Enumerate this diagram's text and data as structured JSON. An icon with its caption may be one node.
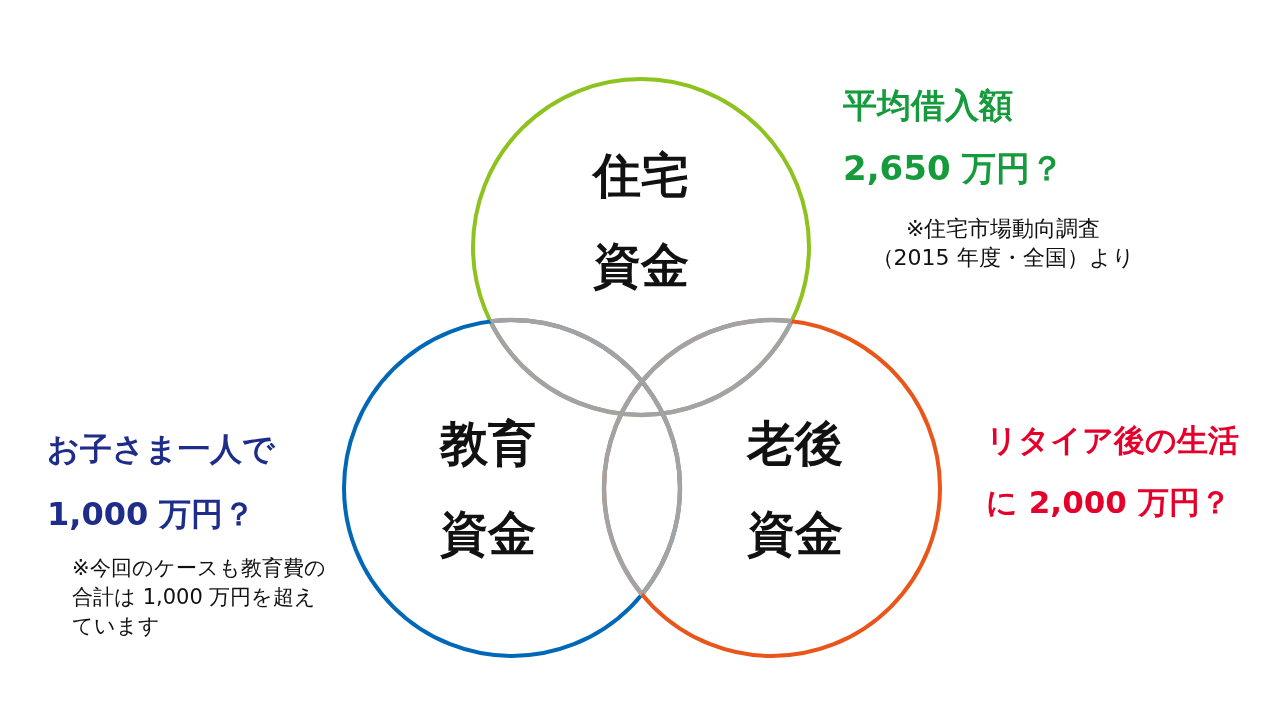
{
  "diagram": {
    "nodes": [
      {
        "text": [
          "住宅資金"
        ],
        "beside": [
          "平均借入額",
          "2,650 万円？",
          "※住宅市場動向調査（2015 年度・全国）より"
        ]
      },
      {
        "text": [
          "教育資金"
        ],
        "beside": [
          "お子さま一人で1,000 万円？",
          "※今回のケースも教育費の合計は 1,000 万円を超えています"
        ]
      },
      {
        "text": [
          "老後資金"
        ],
        "beside": [
          "リタイア後の生活に 2,000 万円？"
        ]
      }
    ]
  }
}
